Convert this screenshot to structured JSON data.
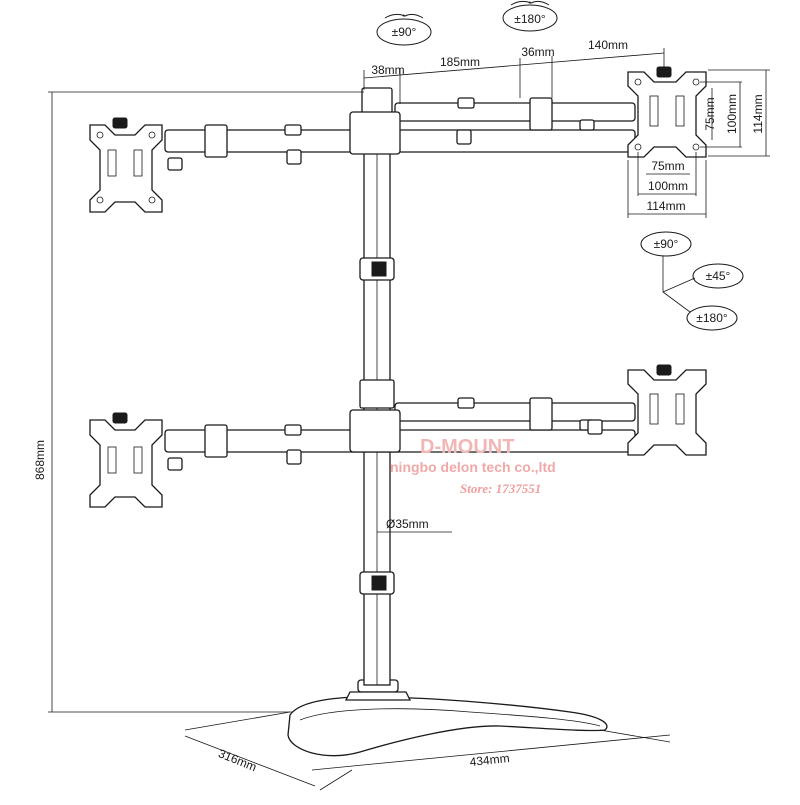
{
  "dimensions": {
    "rotate_head_90": "±90°",
    "rotate_head_180": "±180°",
    "arm_seg_38": "38mm",
    "arm_seg_185": "185mm",
    "arm_seg_36": "36mm",
    "arm_seg_140": "140mm",
    "vesa_v_75": "75mm",
    "vesa_v_100": "100mm",
    "vesa_v_114": "114mm",
    "vesa_h_75": "75mm",
    "vesa_h_100": "100mm",
    "vesa_h_114": "114mm",
    "tilt_90": "±90°",
    "tilt_45": "±45°",
    "tilt_180": "±180°",
    "total_height": "868mm",
    "pole_diameter": "Ø35mm",
    "base_depth": "316mm",
    "base_width": "434mm"
  },
  "watermark": {
    "brand": "D-MOUNT",
    "company": "ningbo delon tech co.,ltd",
    "store": "Store: 1737551"
  }
}
